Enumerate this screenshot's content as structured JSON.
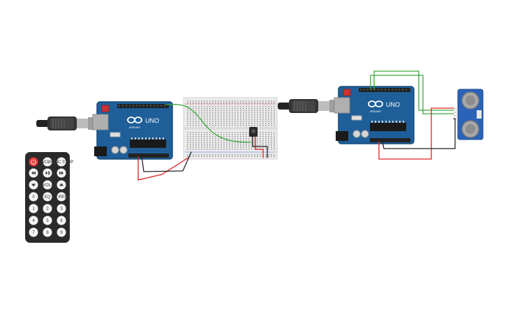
{
  "colors": {
    "board": "#1f5f99",
    "board_dark": "#174a78",
    "header": "#222222",
    "breadboard": "#ececec",
    "wire_red": "#e02020",
    "wire_black": "#222222",
    "wire_green": "#3aa83a",
    "remote": "#2a2a2a",
    "power_key": "#e53935",
    "sensor": "#2a63b8"
  },
  "arduino_left": {
    "logo": "UNO",
    "brand": "ARDUINO"
  },
  "arduino_right": {
    "logo": "UNO",
    "brand": "ARDUINO"
  },
  "remote": {
    "keys": [
      {
        "icon": "power-icon",
        "text": ""
      },
      {
        "icon": "",
        "text": "VOL+"
      },
      {
        "icon": "",
        "text": "FUNC STOP"
      },
      {
        "icon": "rewind-icon",
        "text": ""
      },
      {
        "icon": "play-pause-icon",
        "text": ""
      },
      {
        "icon": "fast-forward-icon",
        "text": ""
      },
      {
        "icon": "down-arrow-icon",
        "text": ""
      },
      {
        "icon": "",
        "text": "VOL-"
      },
      {
        "icon": "up-arrow-icon",
        "text": ""
      },
      {
        "icon": "",
        "text": "0"
      },
      {
        "icon": "",
        "text": "EQ"
      },
      {
        "icon": "",
        "text": "ST/REPT"
      },
      {
        "icon": "",
        "text": "1"
      },
      {
        "icon": "",
        "text": "2"
      },
      {
        "icon": "",
        "text": "3"
      },
      {
        "icon": "",
        "text": "4"
      },
      {
        "icon": "",
        "text": "5"
      },
      {
        "icon": "",
        "text": "6"
      },
      {
        "icon": "",
        "text": "7"
      },
      {
        "icon": "",
        "text": "8"
      },
      {
        "icon": "",
        "text": "9"
      }
    ]
  }
}
